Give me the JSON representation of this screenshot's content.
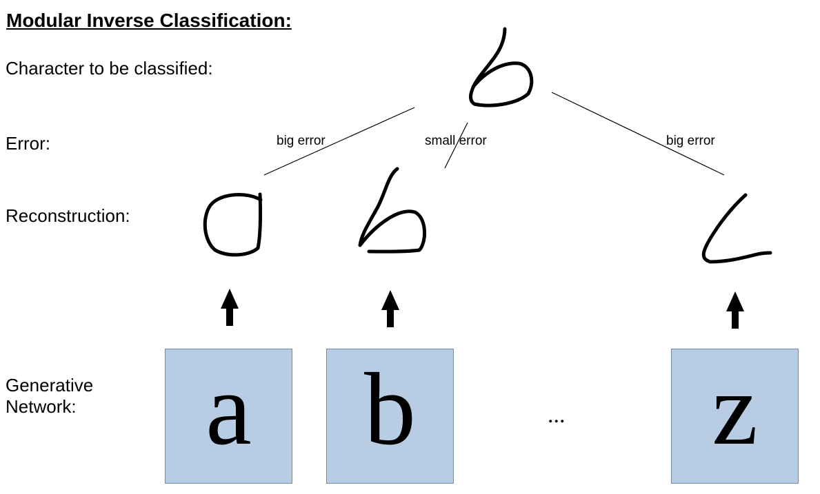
{
  "title": "Modular Inverse Classification:",
  "rows": {
    "character": "Character to be classified:",
    "error": "Error:",
    "reconstruction": "Reconstruction:",
    "generative": "Generative\nNetwork:"
  },
  "errors": [
    "big error",
    "small error",
    "big error"
  ],
  "networks": [
    "a",
    "b",
    "z"
  ],
  "ellipsis": "...",
  "icons": {
    "input": "handwritten-b-glyph",
    "reconstructions": [
      "handwritten-a-glyph",
      "handwritten-b-glyph",
      "handwritten-z-glyph"
    ],
    "arrows": "up-arrow-icon"
  }
}
